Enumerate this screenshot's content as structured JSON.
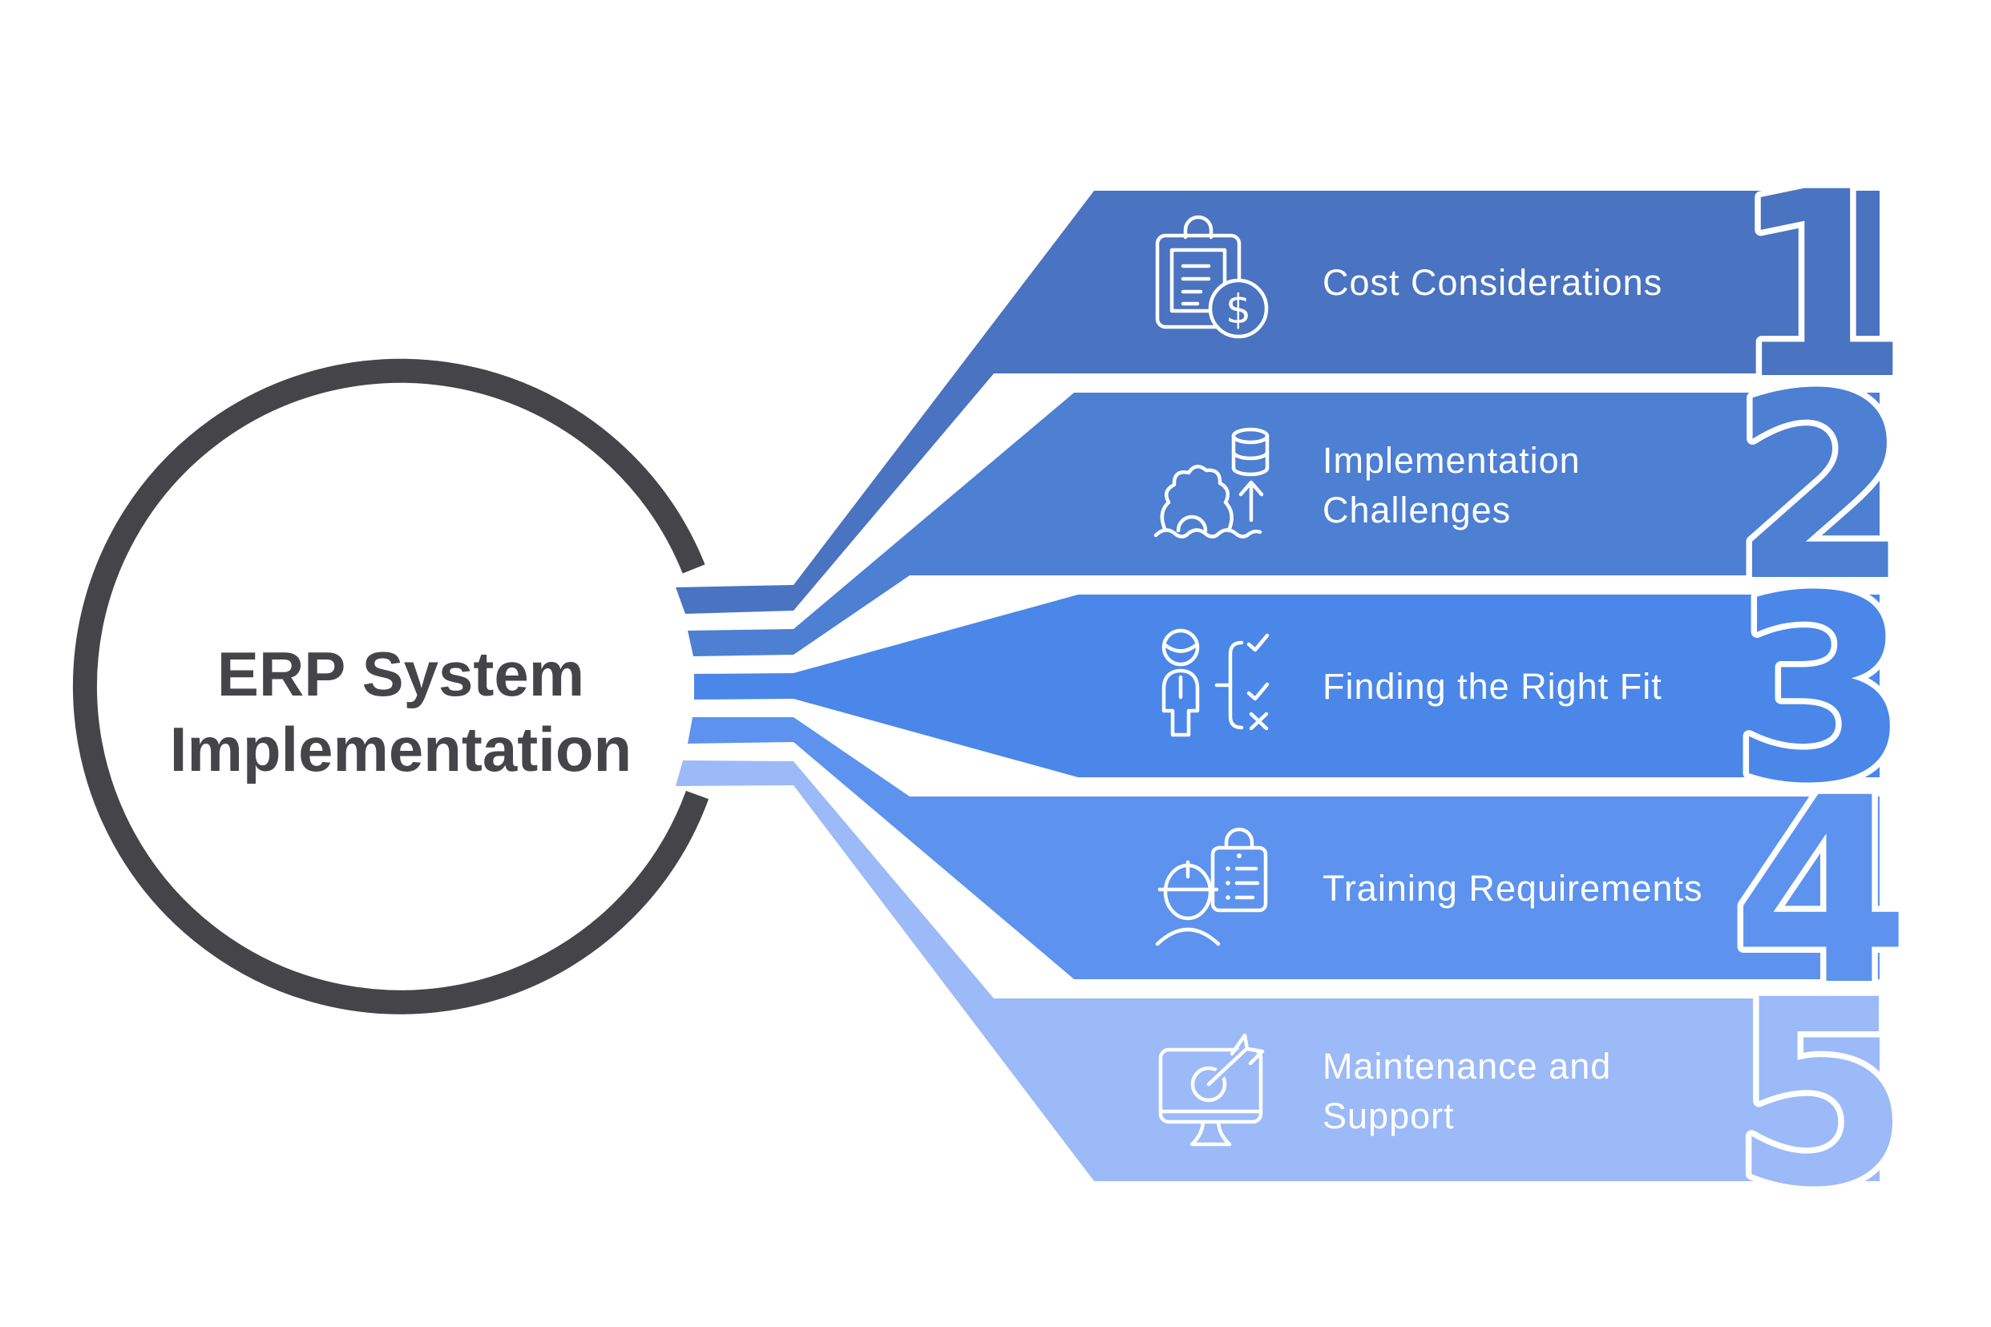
{
  "title": {
    "line1": "ERP System",
    "line2": "Implementation"
  },
  "colors": {
    "background": "#ffffff",
    "ring": "#454549",
    "title_text": "#454549",
    "label_text": "#ffffff",
    "number_outline": "#ffffff"
  },
  "items": [
    {
      "number": "1",
      "label_lines": [
        "Cost Considerations"
      ],
      "color": "#4a73c1",
      "icon": "clipboard-dollar-icon",
      "dollar": "$"
    },
    {
      "number": "2",
      "label_lines": [
        "Implementation",
        "Challenges"
      ],
      "color": "#4d7fd3",
      "icon": "database-gear-arrow-icon"
    },
    {
      "number": "3",
      "label_lines": [
        "Finding the Right Fit"
      ],
      "color": "#4a87e8",
      "icon": "person-decision-checklist-icon"
    },
    {
      "number": "4",
      "label_lines": [
        "Training Requirements"
      ],
      "color": "#5d93ee",
      "icon": "engineer-clipboard-icon"
    },
    {
      "number": "5",
      "label_lines": [
        "Maintenance and",
        "Support"
      ],
      "color": "#9bbaf7",
      "icon": "monitor-target-arrow-icon"
    }
  ]
}
